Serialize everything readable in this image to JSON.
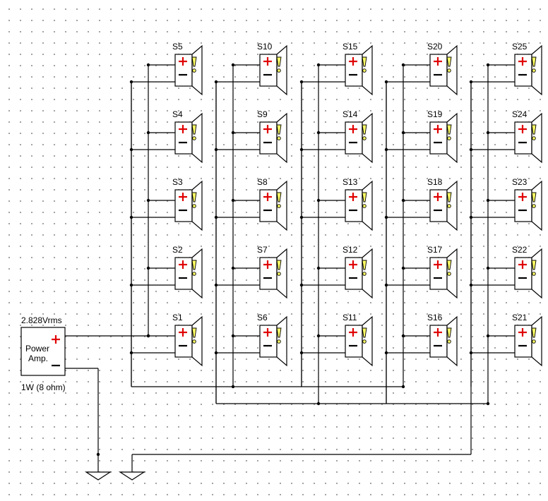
{
  "amplifier": {
    "voltage": "2.828Vrms",
    "name_line1": "Power",
    "name_line2": "Amp.",
    "rating": "1W (8 ohm)"
  },
  "speakers": [
    [
      "S5",
      "S10",
      "S15",
      "S20",
      "S25"
    ],
    [
      "S4",
      "S9",
      "S14",
      "S19",
      "S24"
    ],
    [
      "S3",
      "S8",
      "S13",
      "S18",
      "S23"
    ],
    [
      "S2",
      "S7",
      "S12",
      "S17",
      "S22"
    ],
    [
      "S1",
      "S6",
      "S11",
      "S16",
      "S21"
    ]
  ],
  "colors": {
    "wire": "#000000",
    "plus": "#e00000",
    "warning_fill": "#ffff66"
  },
  "icons": {
    "speaker": "speaker-icon",
    "ground": "ground-icon",
    "warning": "warning-icon"
  }
}
